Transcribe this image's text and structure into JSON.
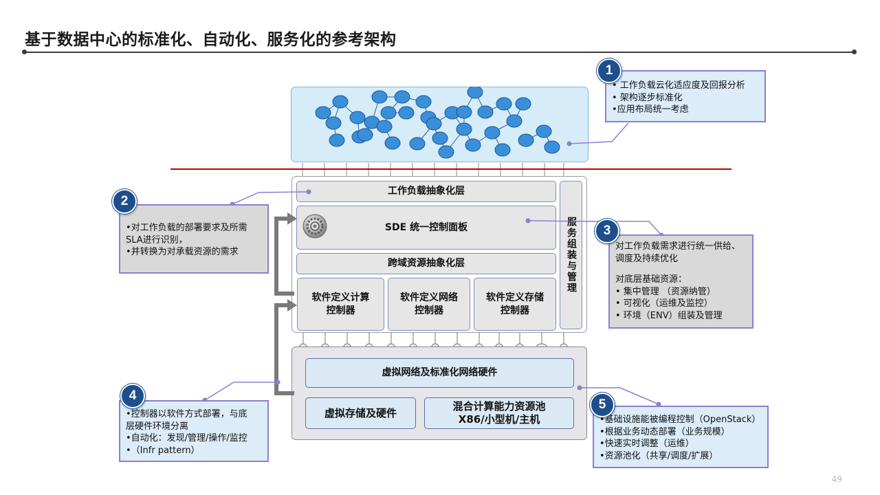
{
  "slide": {
    "title": "基于数据中心的标准化、自动化、服务化的参考架构",
    "page_number": "49"
  },
  "layers": {
    "workload_abstraction": "工作负载抽象化层",
    "sde_panel": "SDE 统一控制面板",
    "cross_domain": "跨域资源抽象化层",
    "compute_controller": [
      "软件定义计算",
      "控制器"
    ],
    "network_controller": [
      "软件定义网络",
      "控制器"
    ],
    "storage_controller": [
      "软件定义存储",
      "控制器"
    ],
    "service_orchestration": "服务组装与管理",
    "virtual_network": "虚拟网络及标准化网络硬件",
    "virtual_storage": "虚拟存储及硬件",
    "hybrid_compute": [
      "混合计算能力资源池",
      "X86/小型机/主机"
    ]
  },
  "notes": [
    {
      "number": "1",
      "lines": [
        "• 工作负载云化适应度及回报分析",
        "• 架构逐步标准化",
        "•应用布局统一考虑"
      ]
    },
    {
      "number": "2",
      "lines": [
        "•对工作负载的部署要求及所需",
        "SLA进行识别，",
        "•并转换为对承载资源的需求"
      ]
    },
    {
      "number": "3",
      "lines": [
        "对工作负载需求进行统一供给、",
        "调度及持续优化",
        "",
        "对底层基础资源：",
        "• 集中管理 （资源纳管）",
        "• 可视化（运维及监控）",
        "• 环境（ENV）组装及管理"
      ]
    },
    {
      "number": "4",
      "lines": [
        "•控制器以软件方式部署，与底",
        "层硬件环境分离",
        "•自动化：发现/管理/操作/监控",
        "•（Infr  pattern）"
      ]
    },
    {
      "number": "5",
      "lines": [
        "•基础设施能被编程控制（OpenStack）",
        "•根据业务动态部署（业务规模）",
        "•快速实时调整（运维）",
        "•资源池化（共享/调度/扩展）"
      ]
    }
  ],
  "colors": {
    "badge": "#1e4f8c",
    "note_blue_bg": "#dcecf8",
    "note_gray_bg": "#d9d9d9",
    "note_border": "#8a7fd0",
    "red_line": "#c00000",
    "layer_gray": "#e6e6e6",
    "layer_blue": "#dbe9f5",
    "node_fill": "#3a8fd9"
  },
  "icons": [
    "gear-icon"
  ]
}
